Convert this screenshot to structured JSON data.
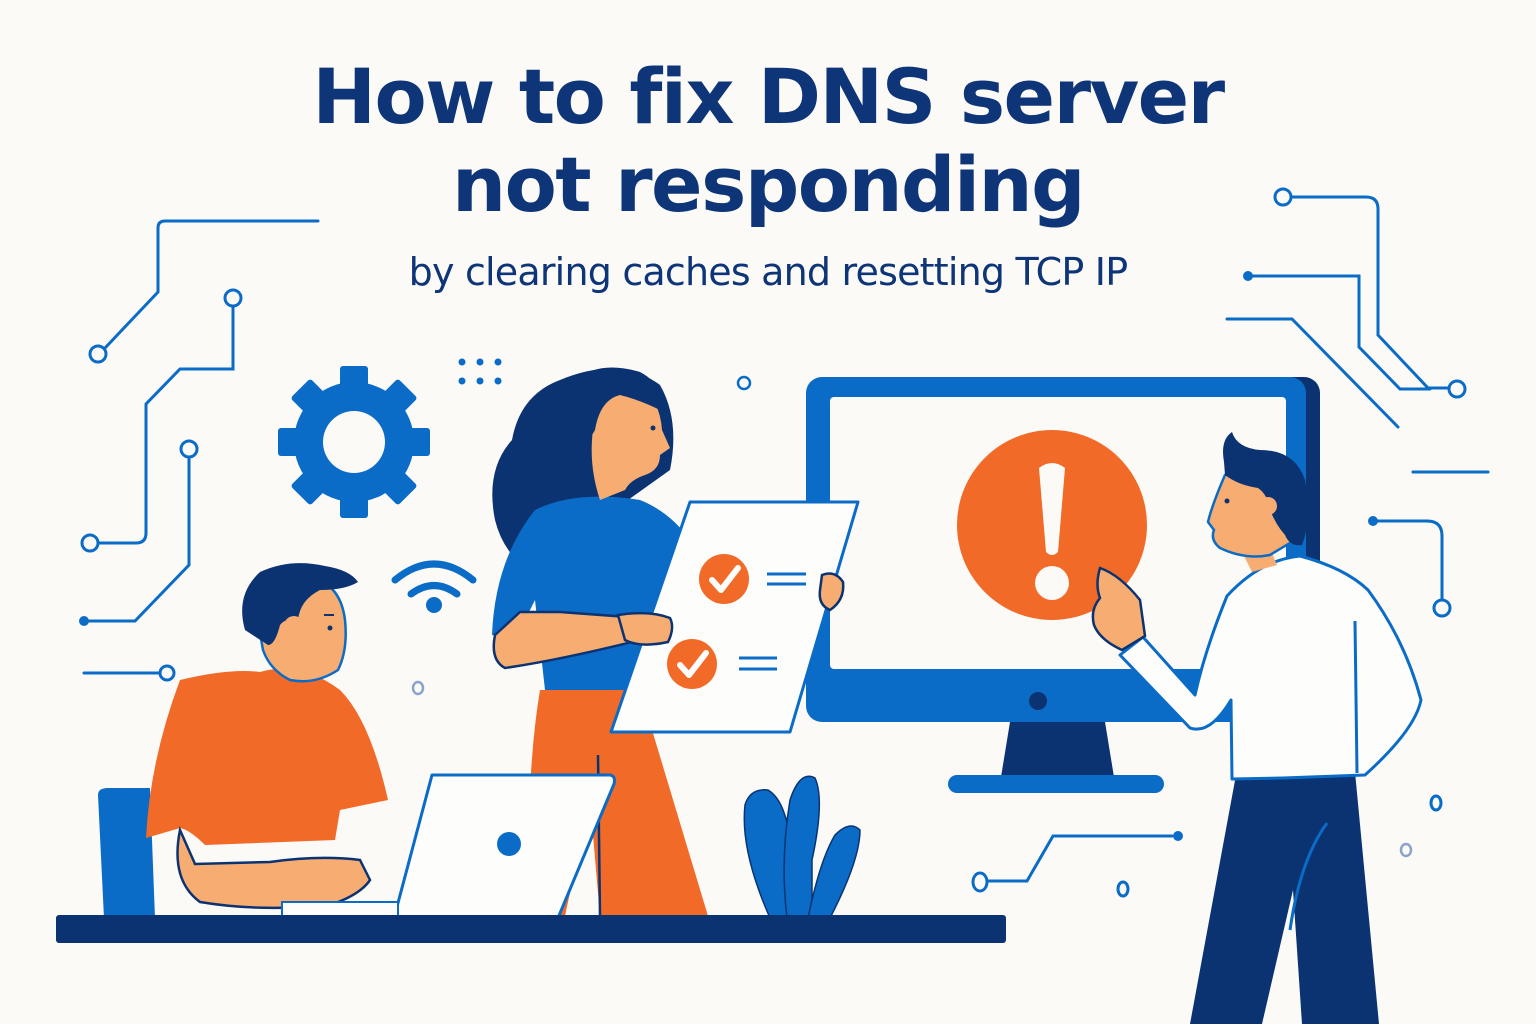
{
  "headline": {
    "line1": "How to fix DNS server",
    "line2": "not responding",
    "subtitle": "by clearing caches and resetting TCP IP"
  },
  "illustration": {
    "monitor_alert_symbol": "!",
    "checklist_items": [
      {
        "icon": "checkmark-icon",
        "state": "checked"
      },
      {
        "icon": "checkmark-icon",
        "state": "checked"
      }
    ],
    "icons": [
      "gear-icon",
      "wifi-icon",
      "exclamation-alert-icon",
      "laptop-icon",
      "monitor-icon",
      "plant-icon",
      "circuit-lines"
    ]
  },
  "colors": {
    "background": "#fbfaf7",
    "navy": "#0d3578",
    "blue": "#0a6cc7",
    "orange": "#f26a28",
    "skin": "#f7ad72",
    "white": "#fdfdfb"
  }
}
